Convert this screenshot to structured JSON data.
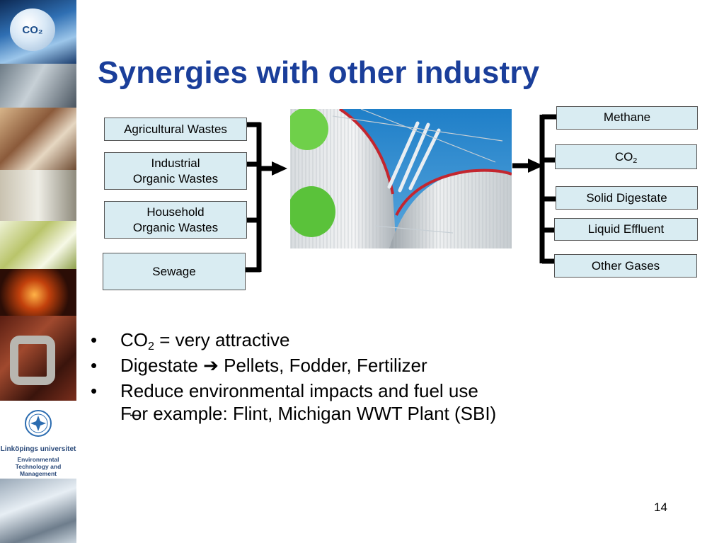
{
  "slide": {
    "title": "Synergies with other industry",
    "page_number": "14"
  },
  "sidebar": {
    "co2_badge": "CO₂",
    "university_name": "Linköpings universitet",
    "department_line1": "Environmental",
    "department_line2": "Technology and",
    "department_line3": "Management"
  },
  "inputs": [
    {
      "line1": "Agricultural Wastes",
      "line2": ""
    },
    {
      "line1": "Industrial",
      "line2": "Organic Wastes"
    },
    {
      "line1": "Household",
      "line2": "Organic Wastes"
    },
    {
      "line1": "Sewage",
      "line2": ""
    }
  ],
  "outputs": [
    {
      "text": "Methane",
      "sub": ""
    },
    {
      "text": "CO",
      "sub": "2"
    },
    {
      "text": "Solid Digestate",
      "sub": ""
    },
    {
      "text": "Liquid Effluent",
      "sub": ""
    },
    {
      "text": "Other Gases",
      "sub": ""
    }
  ],
  "bullets": [
    {
      "text_a": "CO",
      "sub": "2",
      "text_b": " = very attractive"
    },
    {
      "text_a": "Digestate ",
      "arrow": "➔",
      "text_b": " Pellets, Fodder, Fertilizer"
    },
    {
      "text_a": "Reduce environmental impacts and fuel use"
    }
  ],
  "sub_bullet": {
    "text": "For example: Flint, Michigan WWT Plant (SBI)"
  },
  "colors": {
    "title": "#1a3e9a",
    "box_fill": "#d9ecf2",
    "box_border": "#555555",
    "connector": "#000000"
  }
}
